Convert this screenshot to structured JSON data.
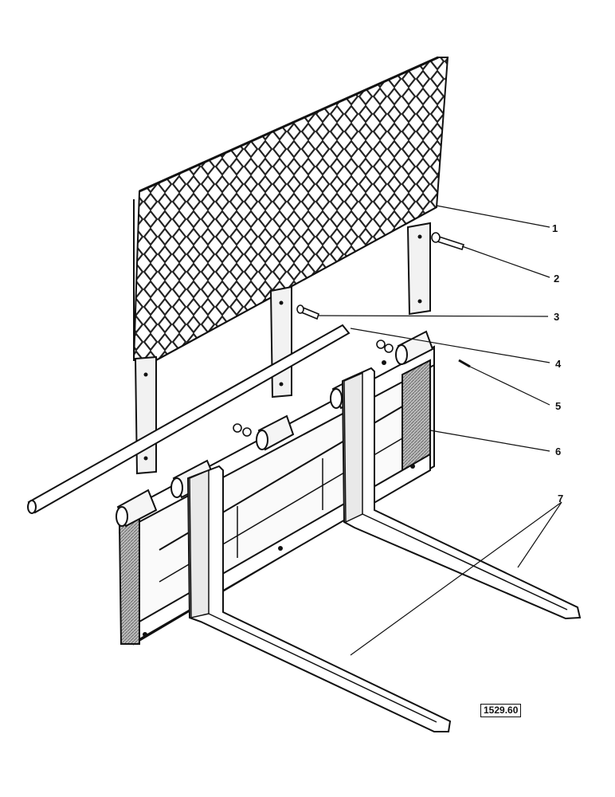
{
  "callouts": [
    {
      "label": "1",
      "part": "mesh-backrest"
    },
    {
      "label": "2",
      "part": "bolt"
    },
    {
      "label": "3",
      "part": "bolt"
    },
    {
      "label": "4",
      "part": "pivot-shaft"
    },
    {
      "label": "5",
      "part": "pin"
    },
    {
      "label": "6",
      "part": "carriage-frame"
    },
    {
      "label": "7",
      "part": "forks"
    }
  ],
  "drawing_number": "1529.60",
  "colors": {
    "ink": "#111111",
    "paper": "#ffffff",
    "shade": "#8a8a8a"
  }
}
